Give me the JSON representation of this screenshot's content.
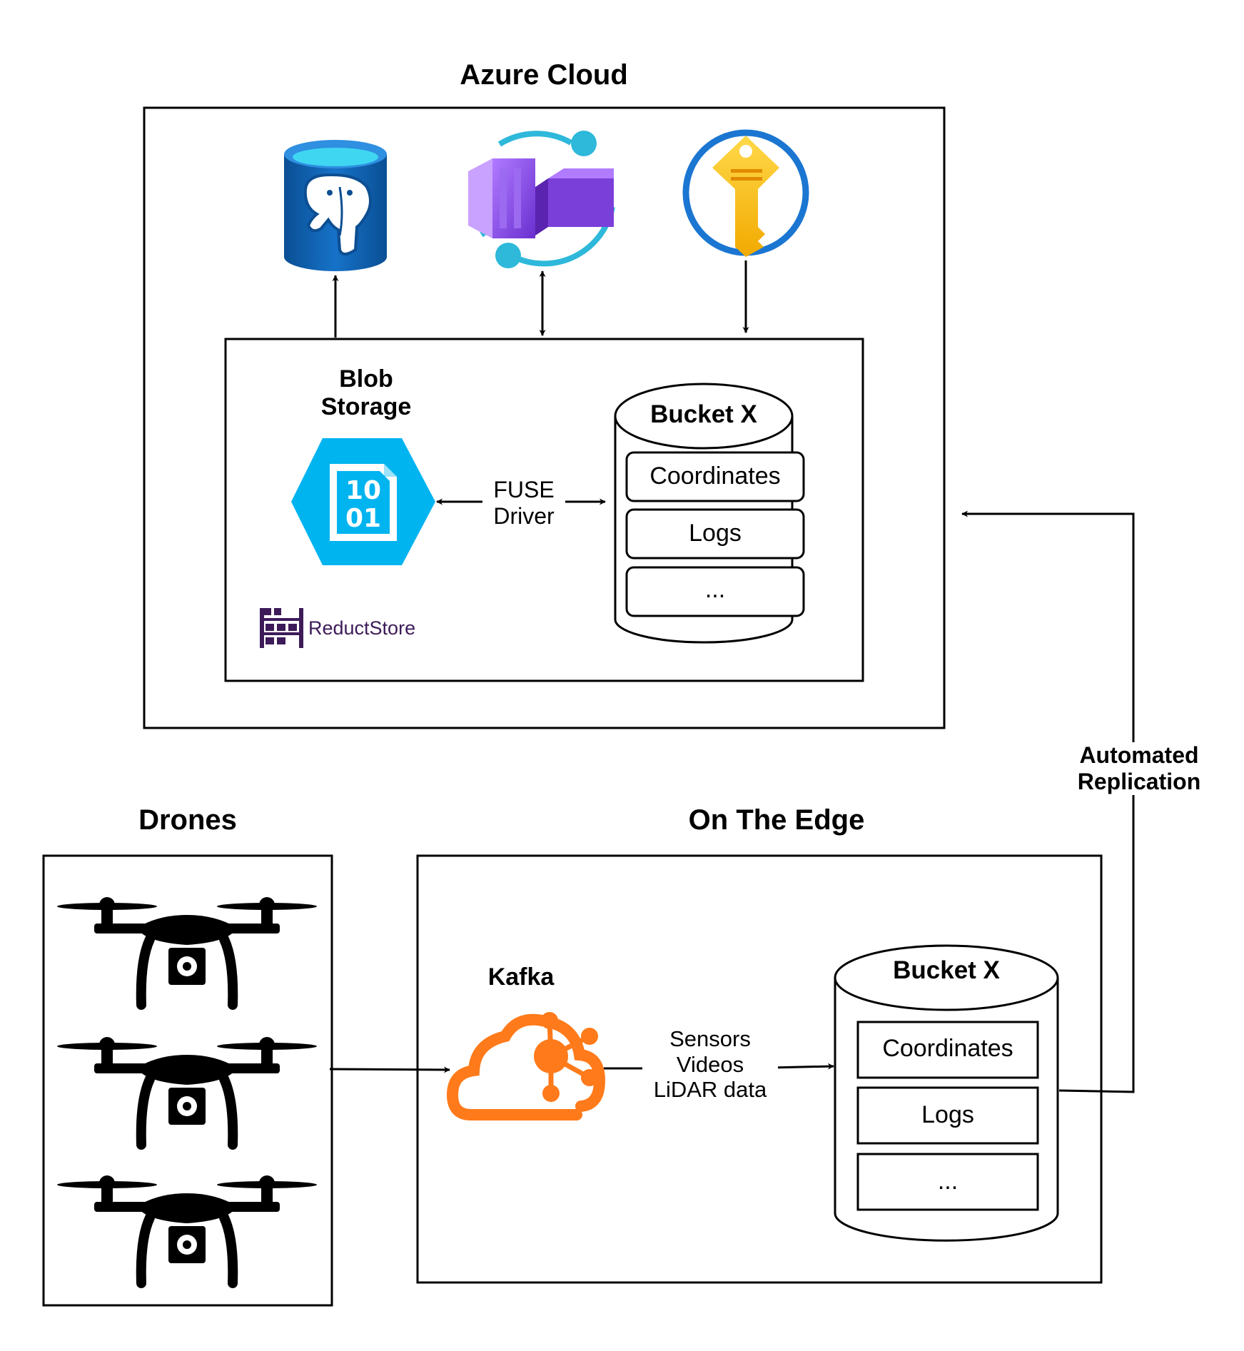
{
  "azure": {
    "title": "Azure Cloud",
    "storage": {
      "blob_title_line1": "Blob",
      "blob_title_line2": "Storage",
      "fuse_line1": "FUSE",
      "fuse_line2": "Driver",
      "bucket": {
        "title": "Bucket X",
        "items": [
          "Coordinates",
          "Logs",
          "..."
        ]
      },
      "logo_text": "ReductStore"
    },
    "icons": [
      "postgresql-database-icon",
      "container-registry-icon",
      "key-vault-icon"
    ]
  },
  "replication_label_line1": "Automated",
  "replication_label_line2": "Replication",
  "drones": {
    "title": "Drones",
    "count": 3
  },
  "edge": {
    "title": "On The Edge",
    "kafka_label": "Kafka",
    "flow_line1": "Sensors",
    "flow_line2": "Videos",
    "flow_line3": "LiDAR data",
    "bucket": {
      "title": "Bucket X",
      "items": [
        "Coordinates",
        "Logs",
        "..."
      ]
    }
  },
  "colors": {
    "blob_hex": "#00B4F0",
    "kafka_orange": "#FF7A1A",
    "reduct_purple": "#3D1B59",
    "key_gold": "#FFC21A",
    "container_purple": "#7B3FD9",
    "db_blue": "#0F5FAA"
  }
}
